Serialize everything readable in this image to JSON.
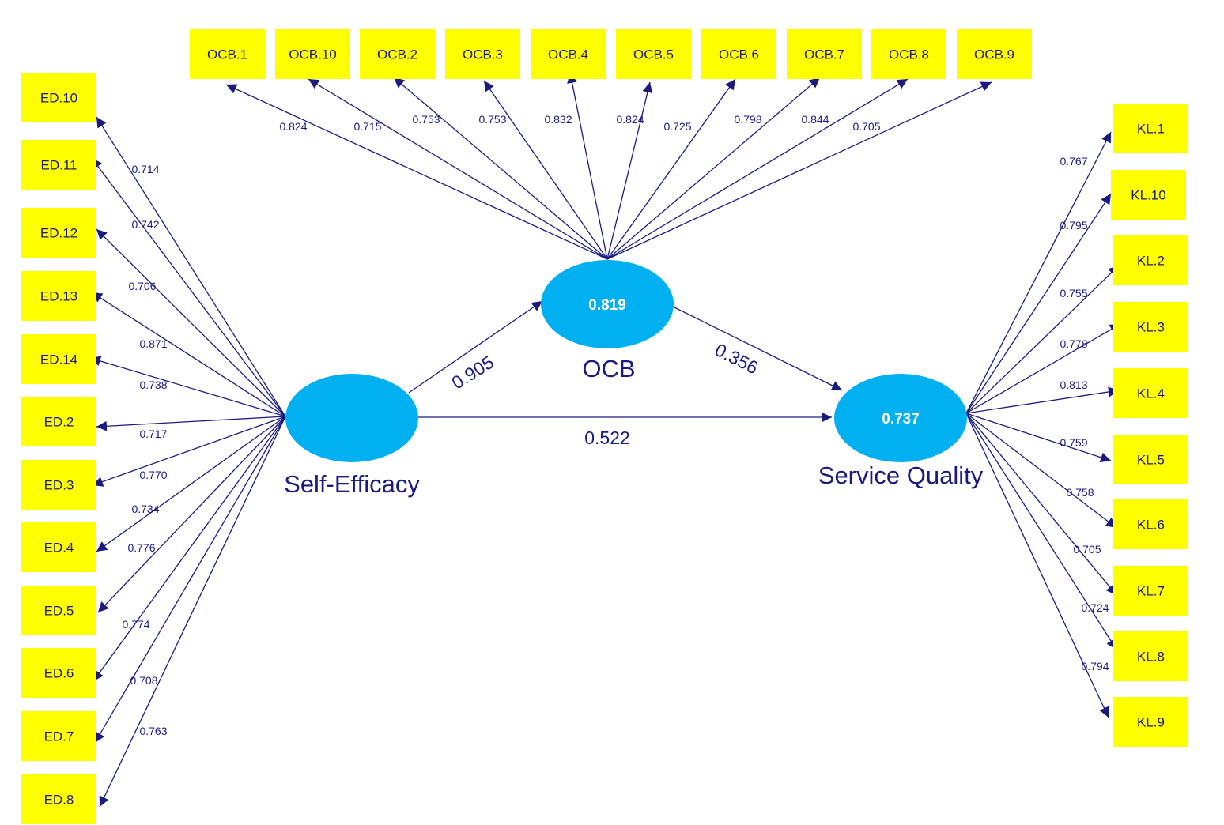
{
  "latents": {
    "se": {
      "name": "Self-Efficacy",
      "r2": ""
    },
    "ocb": {
      "name": "OCB",
      "r2": "0.819"
    },
    "sq": {
      "name": "Service Quality",
      "r2": "0.737"
    }
  },
  "paths": {
    "se_ocb": "0.905",
    "ocb_sq": "0.356",
    "se_sq": "0.522"
  },
  "indicators": {
    "ocb": [
      {
        "label": "OCB.1",
        "loading": "0.824"
      },
      {
        "label": "OCB.10",
        "loading": "0.715"
      },
      {
        "label": "OCB.2",
        "loading": "0.753"
      },
      {
        "label": "OCB.3",
        "loading": "0.753"
      },
      {
        "label": "OCB.4",
        "loading": "0.832"
      },
      {
        "label": "OCB.5",
        "loading": "0.824"
      },
      {
        "label": "OCB.6",
        "loading": "0.725"
      },
      {
        "label": "OCB.7",
        "loading": "0.798"
      },
      {
        "label": "OCB.8",
        "loading": "0.844"
      },
      {
        "label": "OCB.9",
        "loading": "0.705"
      }
    ],
    "se": [
      {
        "label": "ED.10",
        "loading": "0.714"
      },
      {
        "label": "ED.11",
        "loading": "0.742"
      },
      {
        "label": "ED.12",
        "loading": "0.706"
      },
      {
        "label": "ED.13",
        "loading": "0.871"
      },
      {
        "label": "ED.14",
        "loading": "0.738"
      },
      {
        "label": "ED.2",
        "loading": "0.717"
      },
      {
        "label": "ED.3",
        "loading": "0.770"
      },
      {
        "label": "ED.4",
        "loading": "0.734"
      },
      {
        "label": "ED.5",
        "loading": "0.776"
      },
      {
        "label": "ED.6",
        "loading": "0.774"
      },
      {
        "label": "ED.7",
        "loading": "0.708"
      },
      {
        "label": "ED.8",
        "loading": "0.763"
      }
    ],
    "sq": [
      {
        "label": "KL.1",
        "loading": "0.767"
      },
      {
        "label": "KL.10",
        "loading": "0.795"
      },
      {
        "label": "KL.2",
        "loading": "0.755"
      },
      {
        "label": "KL.3",
        "loading": "0.778"
      },
      {
        "label": "KL.4",
        "loading": "0.813"
      },
      {
        "label": "KL.5",
        "loading": "0.759"
      },
      {
        "label": "KL.6",
        "loading": "0.758"
      },
      {
        "label": "KL.7",
        "loading": "0.705"
      },
      {
        "label": "KL.8",
        "loading": "0.724"
      },
      {
        "label": "KL.9",
        "loading": "0.794"
      }
    ]
  },
  "colors": {
    "indicator_fill": "#ffff00",
    "latent_fill": "#00b0f0",
    "line": "#1a1a80",
    "text": "#1a1a80"
  }
}
